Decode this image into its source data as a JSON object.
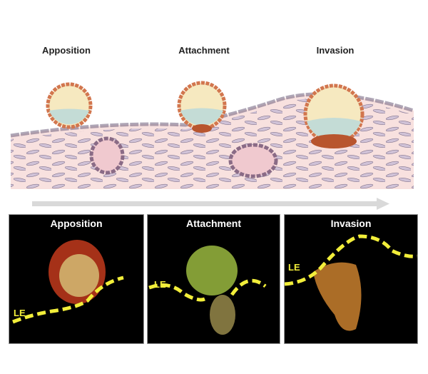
{
  "schematic": {
    "stages": [
      "Apposition",
      "Attachment",
      "Invasion"
    ]
  },
  "micrographs": [
    {
      "title": "Apposition",
      "marker": "LE"
    },
    {
      "title": "Attachment",
      "marker": "LE"
    },
    {
      "title": "Invasion",
      "marker": "LE"
    }
  ],
  "colors": {
    "tissue": "#f8e1df",
    "trophectoderm": "#d2764e",
    "icm": "#c4dcd6",
    "blastocoel": "#f6e9c0",
    "stromal": "#cbbfd6",
    "arrow": "#d9d9d9",
    "le_line": "#f2ee3a"
  }
}
